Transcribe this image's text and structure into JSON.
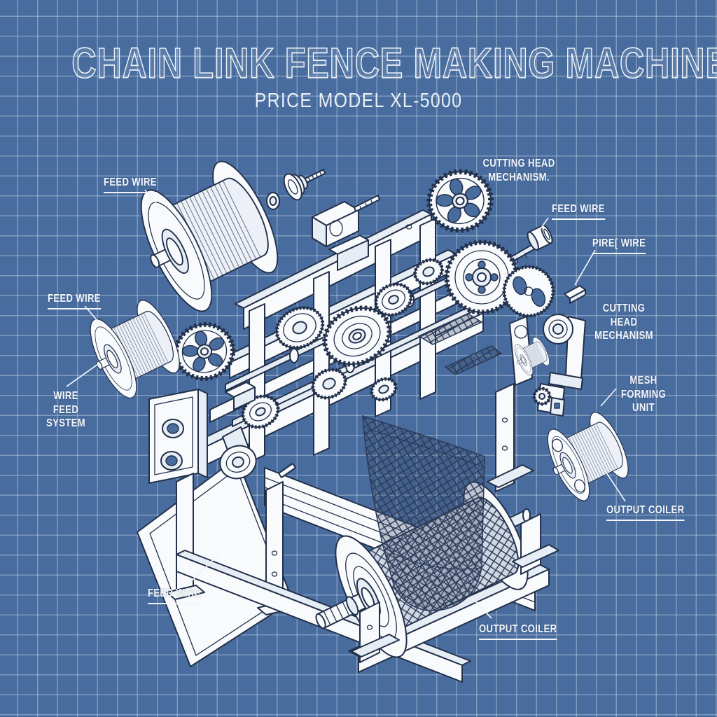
{
  "title": "CHAIN LINK FENCE MAKING MACHINE",
  "subtitle": "PRICE MODEL XL-5000",
  "labels": [
    {
      "id": "feed-wire-top-left",
      "text": "FEED WIRE"
    },
    {
      "id": "cutting-head-top",
      "text": "CUTTING HEAD\nMECHANISM."
    },
    {
      "id": "feed-wire-right",
      "text": "FEED WIRE"
    },
    {
      "id": "pire-wire-right",
      "text": "PIRE[ WIRE"
    },
    {
      "id": "feed-wire-left",
      "text": "FEED WIRE"
    },
    {
      "id": "wire-feed-system",
      "text": "WIRE FEED\nSYSTEM"
    },
    {
      "id": "cutting-head-right",
      "text": "CUTTING HEAD\nMECHANISM"
    },
    {
      "id": "mesh-forming-unit",
      "text": "MESH FORMING\nUNIT"
    },
    {
      "id": "output-coiler-right",
      "text": "OUTPUT COILER"
    },
    {
      "id": "feed-wire-bottom",
      "text": "FEED WIRE"
    },
    {
      "id": "output-coiler-bottom",
      "text": "OUTPUT COILER"
    }
  ],
  "illustration_parts": [
    "feed-spool-upper-left",
    "feed-spool-left",
    "washer",
    "pulley-bolt-assembly",
    "feed-block-assembly",
    "main-frame",
    "gear-train",
    "spoked-gear-left",
    "spoked-gear-right",
    "drive-gear",
    "cam-gear",
    "wire-roller",
    "pin-bar",
    "cutting-head-bracket",
    "mesh-forming-spool",
    "output-coiler-spool",
    "chain-link-mesh",
    "output-drum",
    "drum-shaft",
    "base-platform",
    "machine-legs"
  ],
  "colors": {
    "background": "#486c9e",
    "grid_line": "#9db6d2",
    "line_art": "#22304b",
    "part_fill": "#f8fafc",
    "part_shade": "#e7edf4",
    "mesh": "#2c3a58",
    "label_text": "#f2f6fb"
  }
}
